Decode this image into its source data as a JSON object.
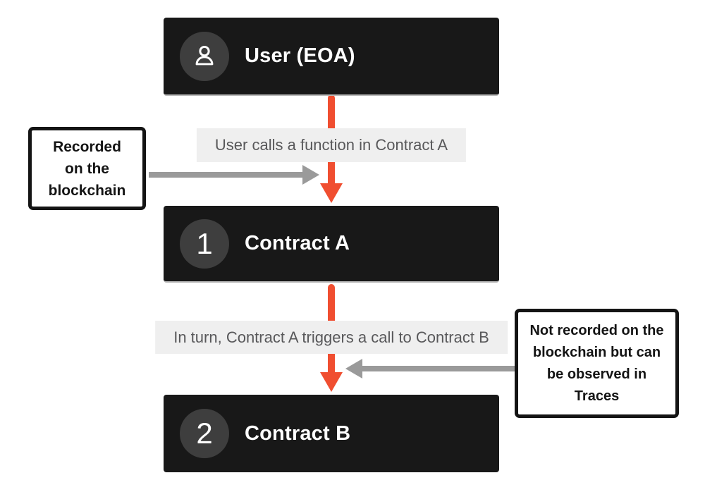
{
  "diagram": {
    "nodes": [
      {
        "title": "User (EOA)",
        "badge_icon": "user-icon"
      },
      {
        "title": "Contract A",
        "badge": "1"
      },
      {
        "title": "Contract B",
        "badge": "2"
      }
    ],
    "edge_labels": [
      "User calls a function in Contract A",
      "In turn, Contract A triggers a call to Contract B"
    ],
    "annotations": {
      "left": {
        "lines": [
          "Recorded",
          "on the",
          "blockchain"
        ]
      },
      "right": {
        "lines": [
          "Not recorded on the",
          "blockchain but can",
          "be observed in",
          "Traces"
        ]
      }
    },
    "colors": {
      "node_bg": "#181818",
      "node_text": "#ffffff",
      "badge_bg": "#3e3e3e",
      "flow_arrow": "#f04e30",
      "annotation_arrow": "#9a9a9a",
      "edge_label_bg": "#efefef",
      "edge_label_text": "#58585a",
      "annotation_border": "#141414",
      "node_bottom_edge": "#b9b9b9"
    }
  }
}
